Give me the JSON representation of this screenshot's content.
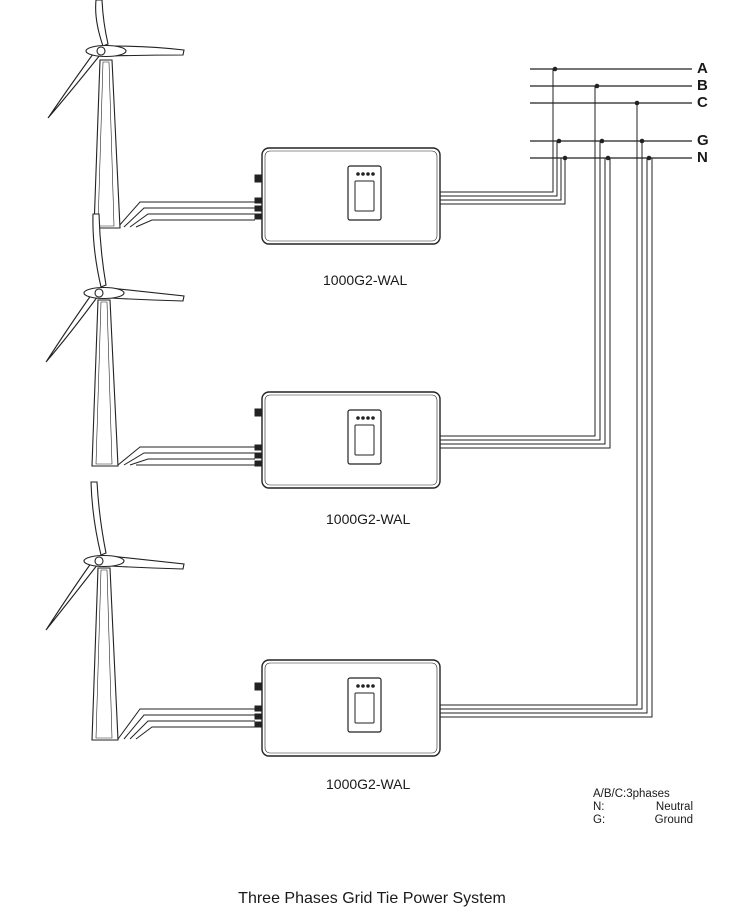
{
  "buses": [
    "A",
    "B",
    "C",
    "G",
    "N"
  ],
  "inverters": [
    {
      "model": "1000G2-WAL"
    },
    {
      "model": "1000G2-WAL"
    },
    {
      "model": "1000G2-WAL"
    }
  ],
  "legend": {
    "phases": "A/B/C:3phases",
    "n_key": "N:",
    "n_value": "Neutral",
    "g_key": "G:",
    "g_value": "Ground"
  },
  "caption": "Three Phases Grid Tie Power System"
}
